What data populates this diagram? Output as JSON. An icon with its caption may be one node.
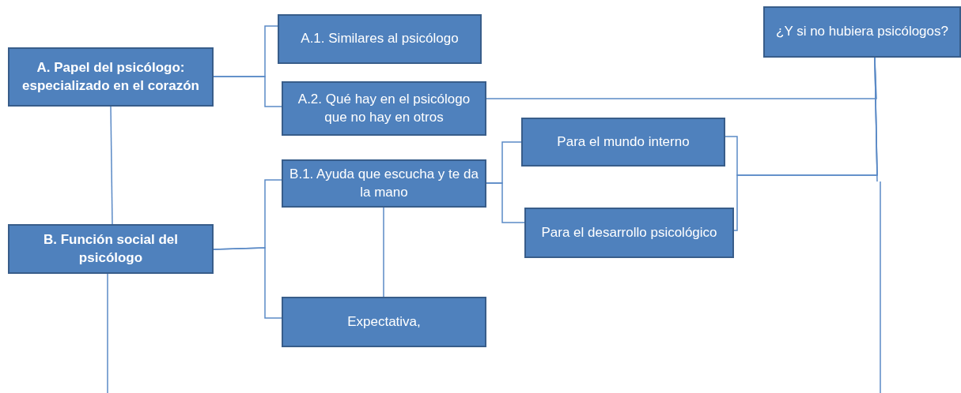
{
  "diagram": {
    "nodes": [
      {
        "text": [
          "A. Papel del psicólogo: especializado en el corazón"
        ]
      },
      {
        "text": [
          "A.1. Similares al psicólogo"
        ]
      },
      {
        "text": [
          "A.2. Qué hay en el psicólogo que no hay en otros"
        ]
      },
      {
        "text": [
          "¿Y si no hubiera psicólogos?"
        ]
      },
      {
        "text": [
          "B. Función social del psicólogo"
        ]
      },
      {
        "text": [
          "B.1. Ayuda que escucha y te da la mano"
        ]
      },
      {
        "text": [
          "Para el mundo interno"
        ]
      },
      {
        "text": [
          "Para el desarrollo psicológico"
        ]
      },
      {
        "text": [
          "Expectativa,"
        ]
      }
    ],
    "edges": [
      {
        "from": 0,
        "to": 1,
        "arrow": "none"
      },
      {
        "from": 0,
        "to": 2,
        "arrow": "none"
      },
      {
        "from": 0,
        "to": 4,
        "arrow": "none"
      },
      {
        "from": 4,
        "to": 5,
        "arrow": "none"
      },
      {
        "from": 4,
        "to": 8,
        "arrow": "none"
      },
      {
        "from": 5,
        "to": 8,
        "arrow": "none"
      },
      {
        "from": 5,
        "to": 6,
        "arrow": "none"
      },
      {
        "from": 5,
        "to": 7,
        "arrow": "none"
      },
      {
        "from": 2,
        "to": 3,
        "arrow": "none"
      },
      {
        "from": 6,
        "to": 3,
        "arrow": "none"
      },
      {
        "from": 7,
        "to": 3,
        "arrow": "none"
      },
      {
        "from": 4,
        "to": null,
        "arrow": "none"
      },
      {
        "from": 3,
        "to": null,
        "arrow": "none"
      }
    ]
  }
}
